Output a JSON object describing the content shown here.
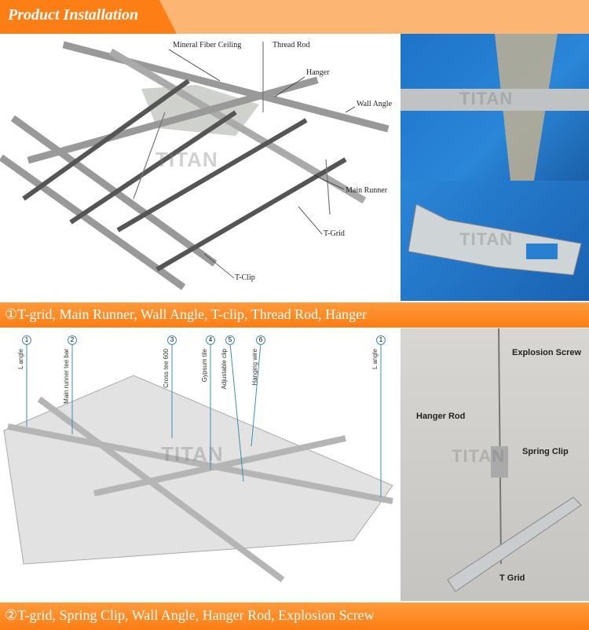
{
  "header": {
    "title": "Product Installation"
  },
  "section1": {
    "labels": {
      "mineral_fiber": "Mineral Fiber Ceiling",
      "thread_rod": "Thread Rod",
      "hanger": "Hanger",
      "wall_angle": "Wall Angle",
      "main_runner": "Main Runner",
      "t_grid": "T-Grid",
      "t_clip": "T-Clip"
    },
    "caption": "①T-grid, Main Runner, Wall Angle, T-clip, Thread Rod, Hanger"
  },
  "section2": {
    "callouts": [
      {
        "num": "1",
        "label": "L angle"
      },
      {
        "num": "2",
        "label": "Main runner tee bar"
      },
      {
        "num": "3",
        "label": "Cross tee 600"
      },
      {
        "num": "4",
        "label": "Gypsum tile"
      },
      {
        "num": "5",
        "label": "Adjustable clip"
      },
      {
        "num": "6",
        "label": "Hanging wire"
      },
      {
        "num": "1",
        "label": "L angle"
      }
    ],
    "photo_labels": {
      "explosion_screw": "Explosion Screw",
      "hanger_rod": "Hanger Rod",
      "spring_clip": "Spring Clip",
      "t_grid": "T Grid"
    },
    "caption": "②T-grid, Spring Clip, Wall Angle, Hanger Rod, Explosion Screw"
  },
  "watermark": "TITAN",
  "colors": {
    "orange": "#fd7e14",
    "light_orange": "#fdb574"
  }
}
